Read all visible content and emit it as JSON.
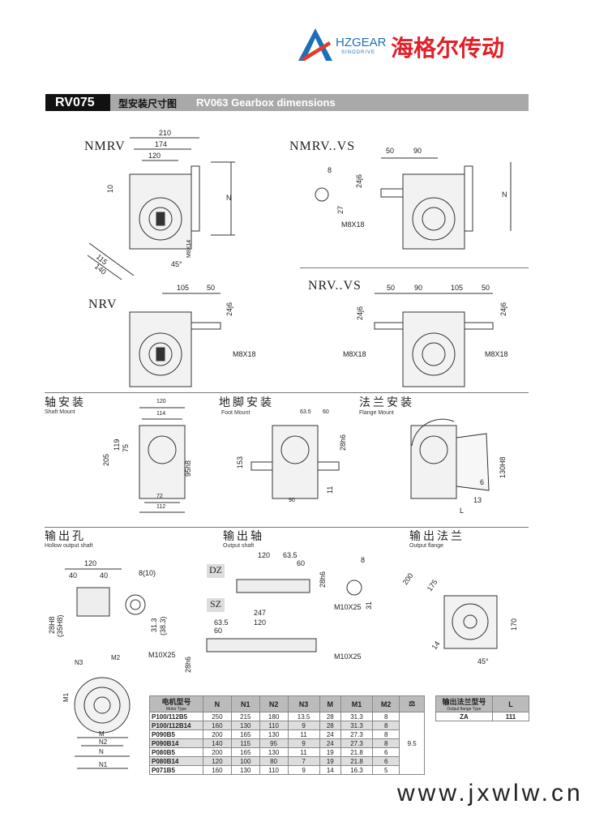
{
  "brand": {
    "name_en": "HZGEAR",
    "sub": "SINODRIVE",
    "name_cn": "海格尔传动"
  },
  "header": {
    "model": "RV075",
    "title_cn": "型安装尺寸图",
    "title_en": "RV063 Gearbox dimensions"
  },
  "views": {
    "nmrv": {
      "title": "NMRV",
      "dims": [
        "210",
        "174",
        "120",
        "10",
        "N",
        "115",
        "140",
        "45°",
        "M8X14"
      ]
    },
    "nmrv_vs": {
      "title": "NMRV..VS",
      "dims": [
        "50",
        "90",
        "8",
        "24j6",
        "27",
        "M8X18",
        "N"
      ]
    },
    "nrv": {
      "title": "NRV",
      "dims": [
        "105",
        "50",
        "24j6",
        "M8X18"
      ]
    },
    "nrv_vs": {
      "title": "NRV..VS",
      "dims": [
        "50",
        "90",
        "105",
        "50",
        "24j6",
        "24j6",
        "M8X18",
        "M8X18"
      ]
    },
    "shaft_mount": {
      "title_cn": "轴安装",
      "title_en": "Shaft Mount",
      "dims": [
        "120",
        "114",
        "205",
        "119",
        "75",
        "95h8",
        "72",
        "112"
      ]
    },
    "foot_mount": {
      "title_cn": "地脚安装",
      "title_en": "Foot Mount",
      "dims": [
        "63.5",
        "60",
        "28h6",
        "153",
        "11",
        "90"
      ]
    },
    "flange_mount": {
      "title_cn": "法兰安装",
      "title_en": "Flange Mount",
      "dims": [
        "130H8",
        "6",
        "13",
        "L"
      ]
    },
    "hollow_shaft": {
      "title_cn": "输出孔",
      "title_en": "Hollow output shaft",
      "dims": [
        "120",
        "40",
        "40",
        "8(10)",
        "28H8",
        "(35H8)",
        "31.3",
        "(38.3)"
      ]
    },
    "output_shaft": {
      "title_cn": "输出轴",
      "title_en": "Output shaft",
      "dims": [
        "DZ",
        "120",
        "63.5",
        "60",
        "28h6",
        "8",
        "M10X25",
        "31",
        "SZ",
        "247",
        "63.5",
        "120",
        "60",
        "M10X25",
        "28h6",
        "M10X25"
      ]
    },
    "output_flange": {
      "title_cn": "输出法兰",
      "title_en": "Output flange",
      "dims": [
        "200",
        "175",
        "170",
        "14",
        "45°"
      ]
    },
    "motor_flange": {
      "dims": [
        "N3",
        "M2",
        "M1",
        "M",
        "N2",
        "N",
        "N1"
      ]
    }
  },
  "motor_table": {
    "headers": [
      {
        "cn": "电机型号",
        "en": "Motor Type"
      },
      {
        "cn": "N"
      },
      {
        "cn": "N1"
      },
      {
        "cn": "N2"
      },
      {
        "cn": "N3"
      },
      {
        "cn": "M"
      },
      {
        "cn": "M1"
      },
      {
        "cn": "M2"
      }
    ],
    "weight_icon": "weight-kg-icon",
    "weight": "9.5",
    "rows": [
      [
        "P100/112B5",
        "250",
        "215",
        "180",
        "13.5",
        "28",
        "31.3",
        "8"
      ],
      [
        "P100/112B14",
        "160",
        "130",
        "110",
        "9",
        "28",
        "31.3",
        "8"
      ],
      [
        "P090B5",
        "200",
        "165",
        "130",
        "11",
        "24",
        "27.3",
        "8"
      ],
      [
        "P090B14",
        "140",
        "115",
        "95",
        "9",
        "24",
        "27.3",
        "8"
      ],
      [
        "P080B5",
        "200",
        "165",
        "130",
        "11",
        "19",
        "21.8",
        "6"
      ],
      [
        "P080B14",
        "120",
        "100",
        "80",
        "7",
        "19",
        "21.8",
        "6"
      ],
      [
        "P071B5",
        "160",
        "130",
        "110",
        "9",
        "14",
        "16.3",
        "5"
      ]
    ]
  },
  "flange_table": {
    "headers": [
      {
        "cn": "输出法兰型号",
        "en": "Output flange Type"
      },
      {
        "cn": "L"
      }
    ],
    "rows": [
      [
        "ZA",
        "111"
      ]
    ]
  },
  "watermark": "www.jxwlw.cn"
}
